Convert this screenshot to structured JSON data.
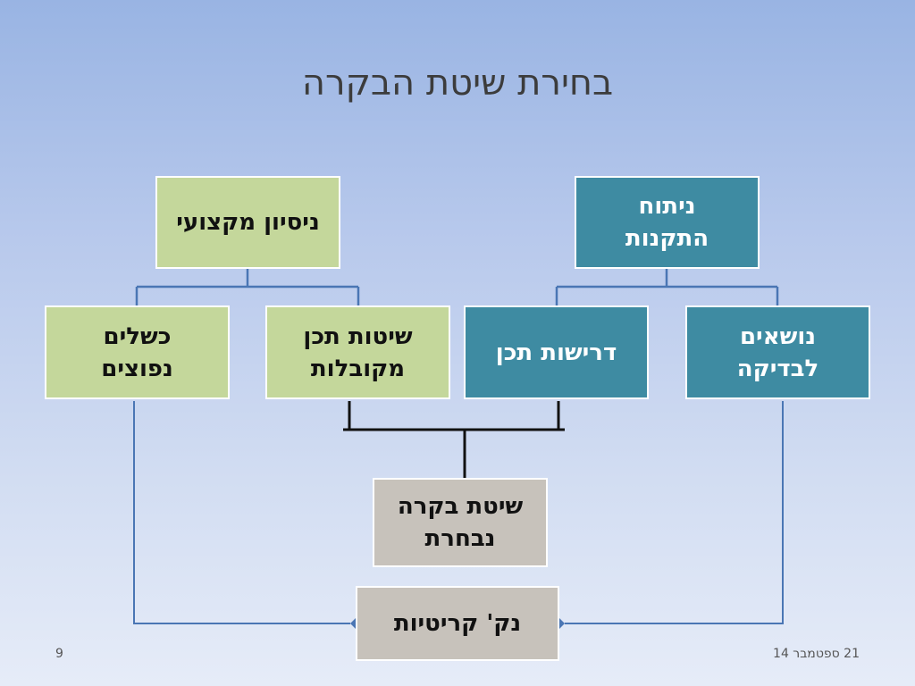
{
  "slide": {
    "title": "בחירת שיטת הבקרה",
    "date": "21 ספטמבר 14",
    "page_number": "9"
  },
  "boxes": {
    "professional_experience": "ניסיון מקצועי",
    "installations_analysis": "ניתוח\nהתקנות",
    "scattered_failures": "כשלים\nנפוצים",
    "accepted_methods": "שיטות תכן\nמקובלות",
    "design_requirements": "דרישות תכן",
    "inspection_topics": "נושאים\nלבדיקה",
    "selected_method": "שיטת בקרה\nנבחרת",
    "critical_points": "נק' קריטיות"
  },
  "colors": {
    "green_box": "#c4d79b",
    "teal_box": "#3e8ba2",
    "gray_box": "#c7c2bb",
    "connector_blue": "#4a76b4",
    "connector_black": "#111111"
  }
}
